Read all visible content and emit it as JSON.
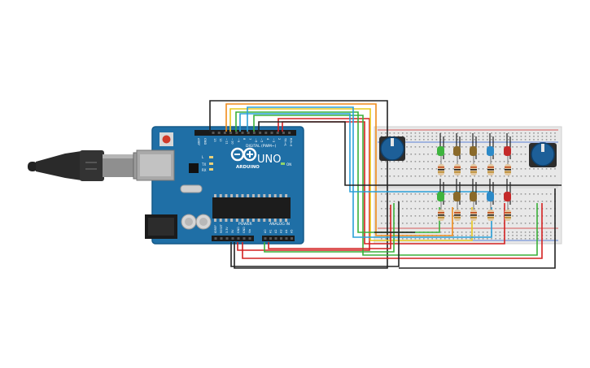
{
  "board": {
    "brand": "ARDUINO",
    "model": "UNO",
    "digital_header": "DIGITAL (PWM~)",
    "power_header": "POWER",
    "analog_header": "ANALOG IN",
    "aref": "AREF",
    "gnd": "GND",
    "on_label": "ON",
    "l_label": "L",
    "tx_label": "TX",
    "rx_label": "RX",
    "digital_pins": [
      "13",
      "12",
      "~11",
      "~10",
      "~9",
      "8",
      "7",
      "~6",
      "~5",
      "4",
      "~3",
      "2",
      "TX→1",
      "RX←0"
    ],
    "power_pins": [
      "IOREF",
      "RESET",
      "3.3V",
      "5V",
      "GND",
      "GND",
      "Vin"
    ],
    "analog_pins": [
      "A0",
      "A1",
      "A2",
      "A3",
      "A4",
      "A5"
    ]
  },
  "colors": {
    "board": "#1f6fa6",
    "board_dark": "#1a5f8f",
    "breadboard": "#e8e8e8",
    "rail_red": "#d12b2b",
    "rail_blue": "#2b5fd1",
    "wire_black": "#222222",
    "wire_red": "#d42020",
    "wire_orange": "#f08c1a",
    "wire_yellow": "#e8c81c",
    "wire_green": "#3ab03a",
    "wire_blue": "#2aa0d8",
    "led_green": "#3eb43e",
    "led_olive": "#8a6a2a",
    "led_blue": "#2c8ac8",
    "led_red": "#c42a2a",
    "knob": "#1d5f98"
  },
  "components": {
    "leds_top": [
      "green",
      "olive",
      "olive",
      "blue",
      "red"
    ],
    "leds_bottom": [
      "green",
      "olive",
      "olive",
      "blue",
      "red"
    ],
    "potentiometers": [
      "left",
      "right"
    ]
  }
}
